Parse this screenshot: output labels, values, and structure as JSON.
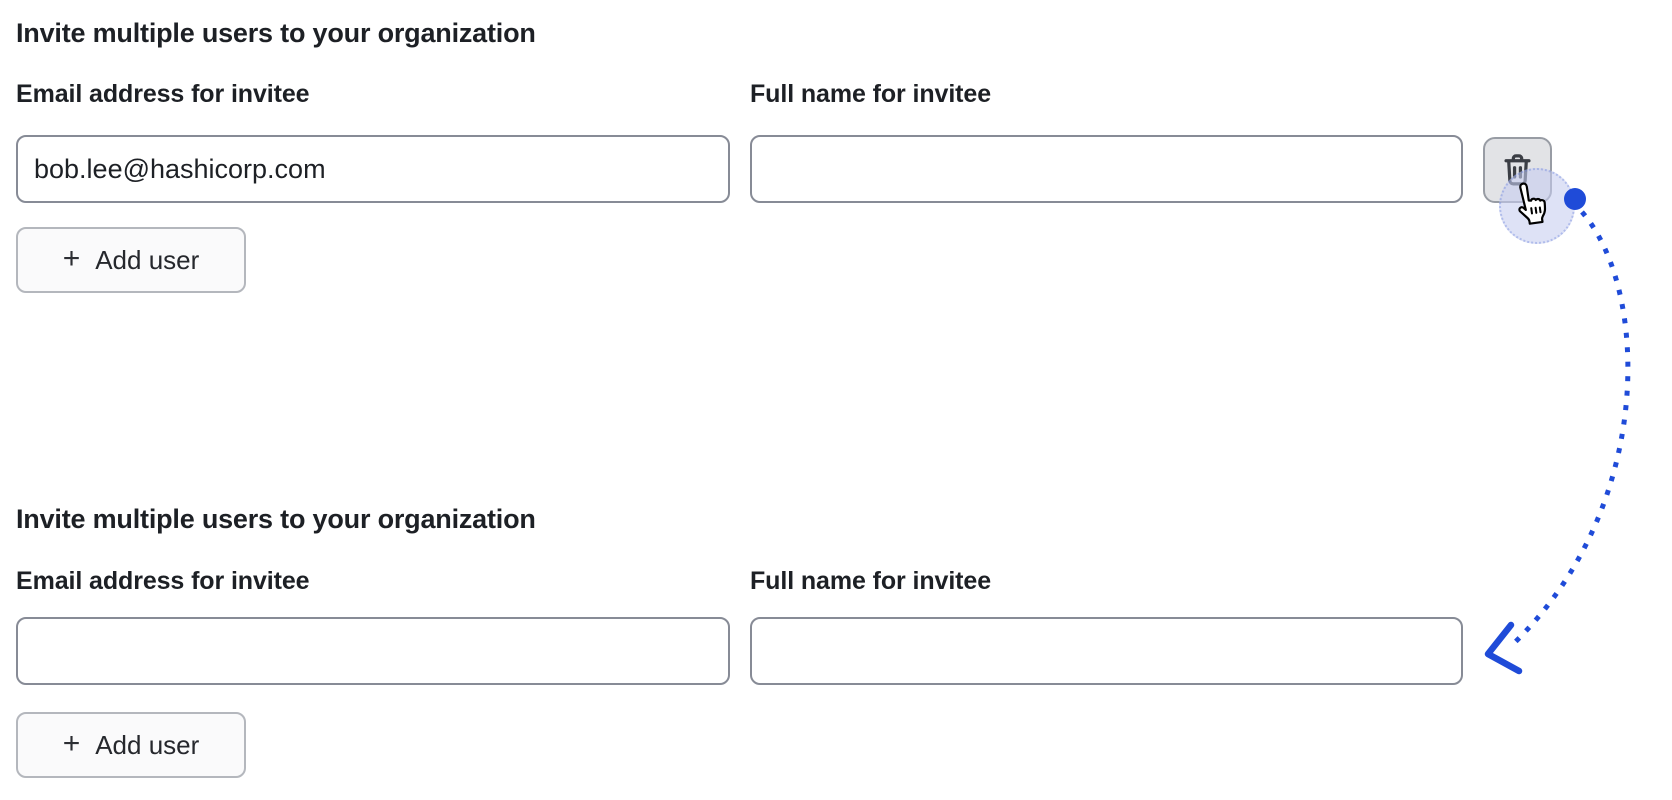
{
  "page": {
    "background": "#ffffff"
  },
  "sections": [
    {
      "heading": "Invite multiple users to your organization",
      "fields": {
        "email_label": "Email address for invitee",
        "name_label": "Full name for invitee",
        "email_value": "bob.lee@hashicorp.com",
        "name_value": ""
      },
      "add_button": {
        "plus": "+",
        "label": "Add user"
      }
    },
    {
      "heading": "Invite multiple users to your organization",
      "fields": {
        "email_label": "Email address for invitee",
        "name_label": "Full name for invitee",
        "email_value": "",
        "name_value": ""
      },
      "add_button": {
        "plus": "+",
        "label": "Add user"
      }
    }
  ],
  "icons": {
    "trash": "trash-icon",
    "pointer": "pointer-cursor-icon"
  },
  "annotation": {
    "arrow_color": "#1f4bd8",
    "halo_color": "rgba(199,205,240,0.58)",
    "trash_icon_color": "#3b3e45"
  }
}
